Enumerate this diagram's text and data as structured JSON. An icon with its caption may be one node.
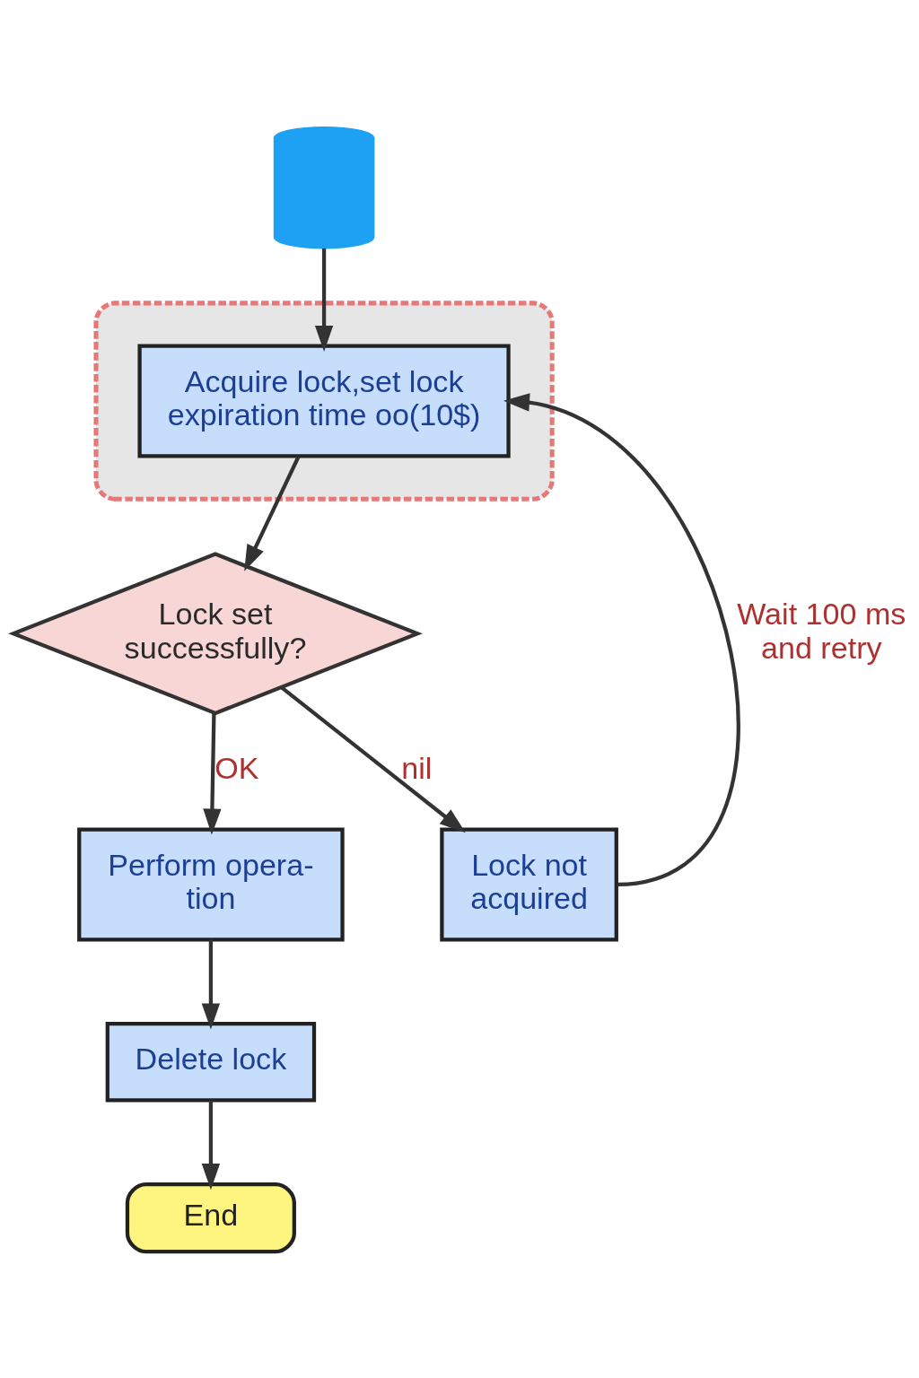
{
  "diagram": {
    "nodes": [
      {
        "text": [],
        "shape": "cylinder"
      },
      {
        "text": [],
        "shape": "ellipse"
      },
      {
        "text": [
          "Acquire lock,set lock expiration time oo(10$)"
        ],
        "in": 1
      },
      {
        "text": [
          "Lock set successfully?"
        ]
      },
      {
        "text": [
          "Perform opera- tion"
        ]
      },
      {
        "text": [
          "Lock not acquired"
        ]
      },
      {
        "text": [
          "Delete lock"
        ]
      },
      {
        "text": [
          "End"
        ]
      }
    ],
    "edges": [
      {
        "from": 0,
        "to": 2,
        "arrow": "to"
      },
      {
        "from": 2,
        "to": 3,
        "arrow": "to"
      },
      {
        "from": 3,
        "to": 4,
        "arrow": "to",
        "label": "OK"
      },
      {
        "from": 3,
        "to": 5,
        "arrow": "to",
        "label": "nil"
      },
      {
        "from": 5,
        "to": 2,
        "arrow": "to",
        "label": "Wait 100 ms and retry"
      },
      {
        "from": 4,
        "to": 6,
        "arrow": "to"
      },
      {
        "from": 6,
        "to": 7,
        "arrow": "to"
      }
    ]
  }
}
